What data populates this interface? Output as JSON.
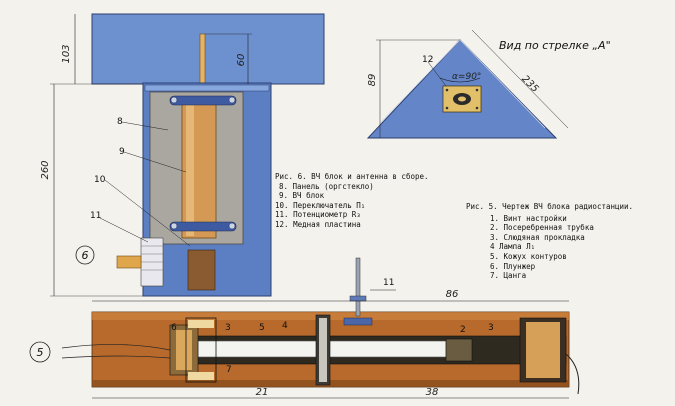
{
  "view_title": "Вид по стрелке „А\"",
  "figure6": {
    "number": "6",
    "caption": "Рис. 6. ВЧ блок и антенна в сборе.",
    "items": [
      {
        "num": "8",
        "text": "Панель (оргстекло)"
      },
      {
        "num": "9",
        "text": "ВЧ блок"
      },
      {
        "num": "10",
        "text": "Переключатель П₁"
      },
      {
        "num": "11",
        "text": "Потенциометр R₃"
      },
      {
        "num": "12",
        "text": "Медная пластина"
      }
    ],
    "callouts": [
      "8",
      "9",
      "10",
      "11"
    ],
    "dims": {
      "top_height": "103",
      "antenna_height": "60",
      "total_height": "260"
    }
  },
  "view_a": {
    "callout": "12",
    "angle": "α=90°",
    "dims": {
      "height": "89",
      "side": "235"
    }
  },
  "figure5": {
    "number": "5",
    "caption": "Рис. 5. Чертеж ВЧ блока радиостанции.",
    "items": [
      {
        "num": "1.",
        "text": "Винт настройки"
      },
      {
        "num": "2.",
        "text": "Посеребренная трубка"
      },
      {
        "num": "3.",
        "text": "Слюдяная прокладка"
      },
      {
        "num": "4",
        "text": "Лампа Л₁"
      },
      {
        "num": "5.",
        "text": "Кожух контуров"
      },
      {
        "num": "6.",
        "text": "Плунжер"
      },
      {
        "num": "7.",
        "text": "Цанга"
      }
    ],
    "callouts": [
      "6",
      "3",
      "5",
      "4",
      "2",
      "3",
      "7",
      "11"
    ],
    "dims": {
      "top_length": "86",
      "left_length": "21",
      "right_length": "38"
    }
  },
  "colors": {
    "blue": "#5b7fc2",
    "blue_light": "#8fb0e2",
    "wood": "#b86a2c",
    "wood_dark": "#7e4418",
    "gray_panel": "#a5a49e",
    "copper": "#d8a05a"
  }
}
